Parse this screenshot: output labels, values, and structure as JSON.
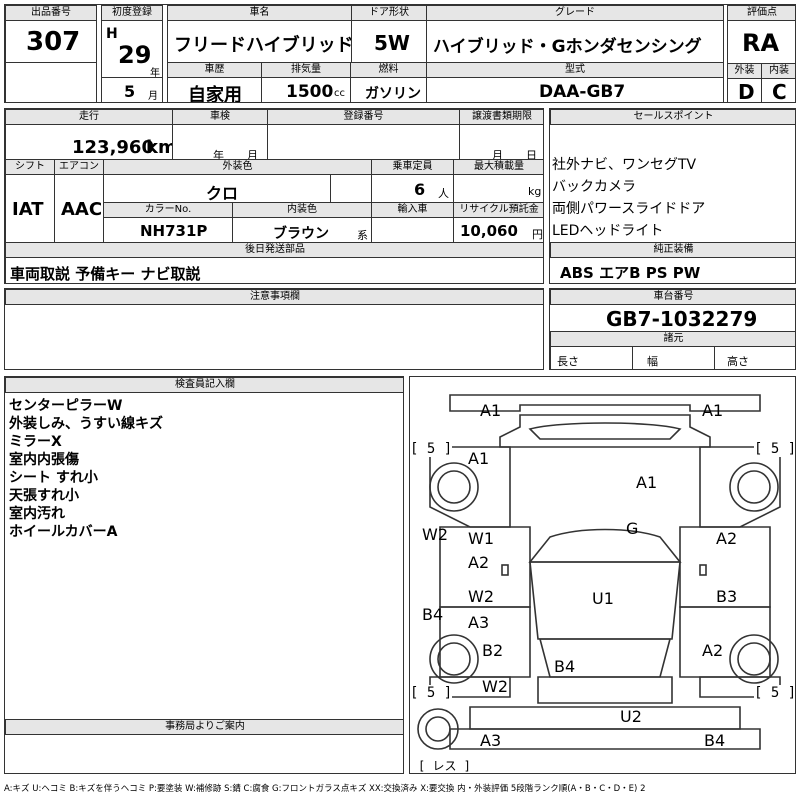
{
  "header": {
    "lot_label": "出品番号",
    "lot_no": "307",
    "first_reg_label": "初度登録",
    "era": "H",
    "year": "29",
    "year_unit": "年",
    "month": "5",
    "month_unit": "月",
    "name_label": "車名",
    "name": "フリードハイブリッド",
    "door_label": "ドア形状",
    "door": "5W",
    "grade_label": "グレード",
    "grade": "ハイブリッド・Gホンダセンシング",
    "score_label": "評価点",
    "score": "RA",
    "history_label": "車歴",
    "history": "自家用",
    "disp_label": "排気量",
    "disp": "1500",
    "disp_unit": "cc",
    "fuel_label": "燃料",
    "fuel": "ガソリン",
    "model_label": "型式",
    "model": "DAA-GB7",
    "ext_label": "外装",
    "ext": "D",
    "int_label": "内装",
    "int": "C"
  },
  "mid": {
    "mileage_label": "走行",
    "mileage": "123,960",
    "mileage_unit": "km",
    "inspection_label": "車検",
    "insp_year_unit": "年",
    "insp_month_unit": "月",
    "reg_label": "登録番号",
    "transfer_label": "譲渡書類期限",
    "transfer_month_unit": "月",
    "transfer_day_unit": "日",
    "shift_label": "シフト",
    "shift": "IAT",
    "ac_label": "エアコン",
    "ac": "AAC",
    "ext_color_label": "外装色",
    "ext_color": "クロ",
    "capacity_label": "乗車定員",
    "capacity": "6",
    "capacity_unit": "人",
    "maxload_label": "最大積載量",
    "maxload_unit": "kg",
    "color_no_label": "カラーNo.",
    "color_no": "NH731P",
    "int_color_label": "内装色",
    "int_color": "ブラウン",
    "int_color_unit": "系",
    "import_label": "輸入車",
    "recycle_label": "リサイクル預託金",
    "recycle": "10,060",
    "recycle_unit": "円",
    "later_label": "後日発送部品",
    "later": "車両取説 予備キー ナビ取説",
    "notes_label": "注意事項欄",
    "sales_label": "セールスポイント",
    "sales": [
      "社外ナビ、ワンセグTV",
      "バックカメラ",
      "両側パワースライドドア",
      "LEDヘッドライト"
    ],
    "genuine_label": "純正装備",
    "genuine": "ABS エアB PS PW",
    "chassis_label": "車台番号",
    "chassis": "GB7-1032279",
    "spec_label": "諸元",
    "len_label": "長さ",
    "width_label": "幅",
    "height_label": "高さ"
  },
  "inspector": {
    "label": "検査員記入欄",
    "lines": [
      "センターピラーW",
      "外装しみ、うすい線キズ",
      "ミラーX",
      "室内内張傷",
      "シート すれ小",
      "天張すれ小",
      "室内汚れ",
      "ホイールカバーA"
    ]
  },
  "office": {
    "label": "事務局よりご案内"
  },
  "diagram": {
    "marks": {
      "a1_fl": "A1",
      "a1_fr": "A1",
      "a1_hood": "A1",
      "a1_roof": "A1",
      "g": "G",
      "w2_l": "W2",
      "w1": "W1",
      "a2_l": "A2",
      "a2_r": "A2",
      "w2_rear": "W2",
      "a3_l": "A3",
      "b3": "B3",
      "u1": "U1",
      "b4_l": "B4",
      "b2": "B2",
      "a2_rr": "A2",
      "b4_c": "B4",
      "w2_b": "W2",
      "u2": "U2",
      "a3_b": "A3",
      "b4_b": "B4",
      "t_fl": "[ 5 ]",
      "t_fr": "[ 5 ]",
      "t_rl": "[ 5 ]",
      "t_rr": "[ 5 ]",
      "spare": "[ レス ]"
    }
  },
  "footer": {
    "legend": "A:キズ U:ヘコミ B:キズを伴うヘコミ P:要塗装 W:補修跡 S:錆 C:腐食 G:フロントガラス点キズ XX:交換済み X:要交換 内・外装評価 5段階ランク順(A・B・C・D・E) 2"
  }
}
